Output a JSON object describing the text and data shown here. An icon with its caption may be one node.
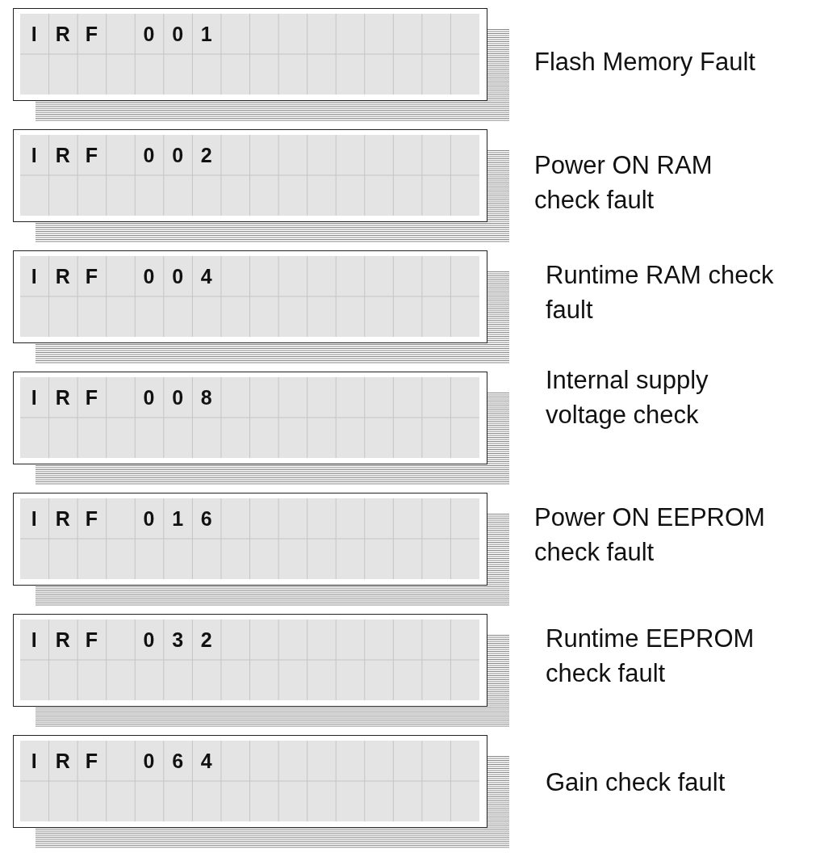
{
  "diagram": {
    "nodes": [
      {
        "text": [
          "I R F",
          "0 0 1"
        ],
        "beside": [
          "Flash Memory Fault"
        ]
      },
      {
        "text": [
          "I R F",
          "0 0 2"
        ],
        "beside": [
          "Power ON RAM check fault"
        ]
      },
      {
        "text": [
          "I R F",
          "0 0 4"
        ],
        "beside": [
          "Runtime RAM check fault"
        ]
      },
      {
        "text": [
          "I R F",
          "0 0 8"
        ],
        "beside": [
          "Internal supply voltage check"
        ]
      },
      {
        "text": [
          "I R F",
          "0 1 6"
        ],
        "beside": [
          "Power ON EEPROM check fault"
        ]
      },
      {
        "text": [
          "I R F",
          "0 3 2"
        ],
        "beside": [
          "Runtime EEPROM check fault"
        ]
      },
      {
        "text": [
          "I R F",
          "0 6 4"
        ],
        "beside": [
          "Gain check fault"
        ]
      }
    ]
  }
}
